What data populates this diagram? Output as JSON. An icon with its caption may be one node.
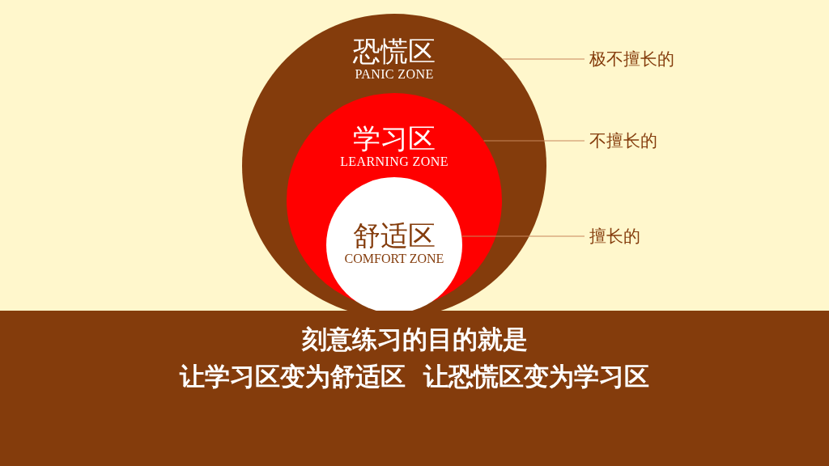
{
  "diagram": {
    "nodes": [
      {
        "text": [
          "恐慌区",
          "PANIC ZONE"
        ]
      },
      {
        "text": [
          "学习区",
          "LEARNING ZONE"
        ],
        "in": 0
      },
      {
        "text": [
          "舒适区",
          "COMFORT ZONE"
        ],
        "in": 1
      },
      {
        "text": [
          "极不擅长的"
        ]
      },
      {
        "text": [
          "不擅长的"
        ]
      },
      {
        "text": [
          "擅长的"
        ]
      },
      {
        "text": [
          "刻意练习的目的就是",
          "让学习区变为舒适区  让恐慌区变为学习区"
        ]
      }
    ],
    "edges": [
      {
        "from": 3,
        "to": 0,
        "arrow": "none"
      },
      {
        "from": 4,
        "to": 1,
        "arrow": "none"
      },
      {
        "from": 5,
        "to": 2,
        "arrow": "none"
      }
    ]
  }
}
